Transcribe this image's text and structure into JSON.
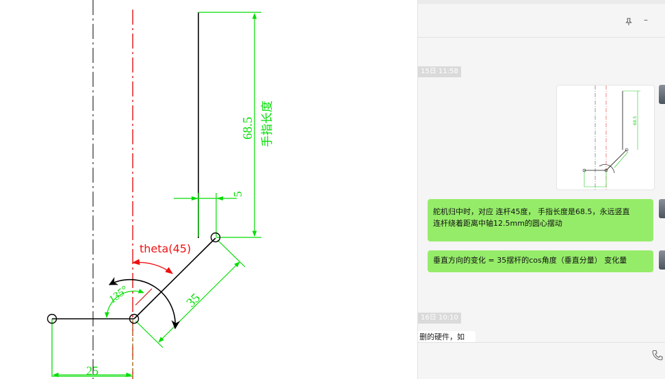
{
  "drawing": {
    "theta_label": "theta(45)",
    "angle_label": "135°",
    "dim_finger_length": "68.5",
    "finger_length_text": "手指长度",
    "dim_offset": "5",
    "dim_link": "35",
    "dim_base": "25",
    "colors": {
      "dimension": "#00dd00",
      "geometry": "#000000",
      "centerline_red": "#e01010",
      "annotation": "#ee1111"
    }
  },
  "chat": {
    "window_controls": {
      "pin": "pin-icon",
      "minimize": "–"
    },
    "timestamps": [
      "15日 11:58",
      "16日 10:10"
    ],
    "thumbnail_label": "68.5",
    "messages": [
      {
        "lines": [
          "舵机归中时，对应 连杆45度， 手指长度是68.5，永远竖直",
          "连杆绕着距离中轴12.5mm的圆心摆动"
        ]
      },
      {
        "lines": [
          "垂直方向的变化 = 35摆杆的cos角度（垂直分量）  变化量"
        ]
      }
    ],
    "partial_message": "删的硬件，如",
    "input_icons": [
      "phone-icon"
    ],
    "colors": {
      "bubble": "#95ec69",
      "panel_bg": "#f5f5f5"
    }
  }
}
